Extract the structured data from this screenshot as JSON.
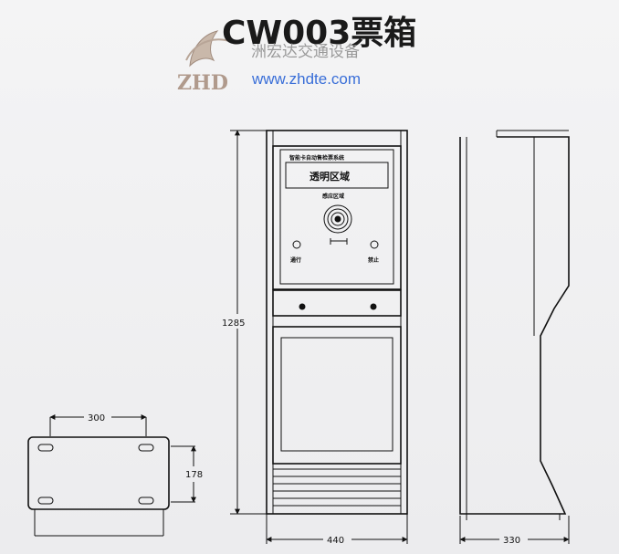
{
  "header": {
    "title": "CW003票箱",
    "company": "洲宏达交通设备",
    "website": "www.zhdte.com",
    "logo_text": "ZHD"
  },
  "front_panel": {
    "header_strip_text": "智能卡自动售检票系统",
    "window_label": "透明区域",
    "reader_label": "感应区域",
    "left_indicator_label": "通行",
    "right_indicator_label": "禁止"
  },
  "dimensions": {
    "base_width": "300",
    "base_depth": "178",
    "height": "1285",
    "front_width": "440",
    "side_depth": "330"
  },
  "colors": {
    "background": "#efeff0",
    "line": "#111111",
    "title": "#1a1a1a",
    "website": "#3a6fd8"
  }
}
